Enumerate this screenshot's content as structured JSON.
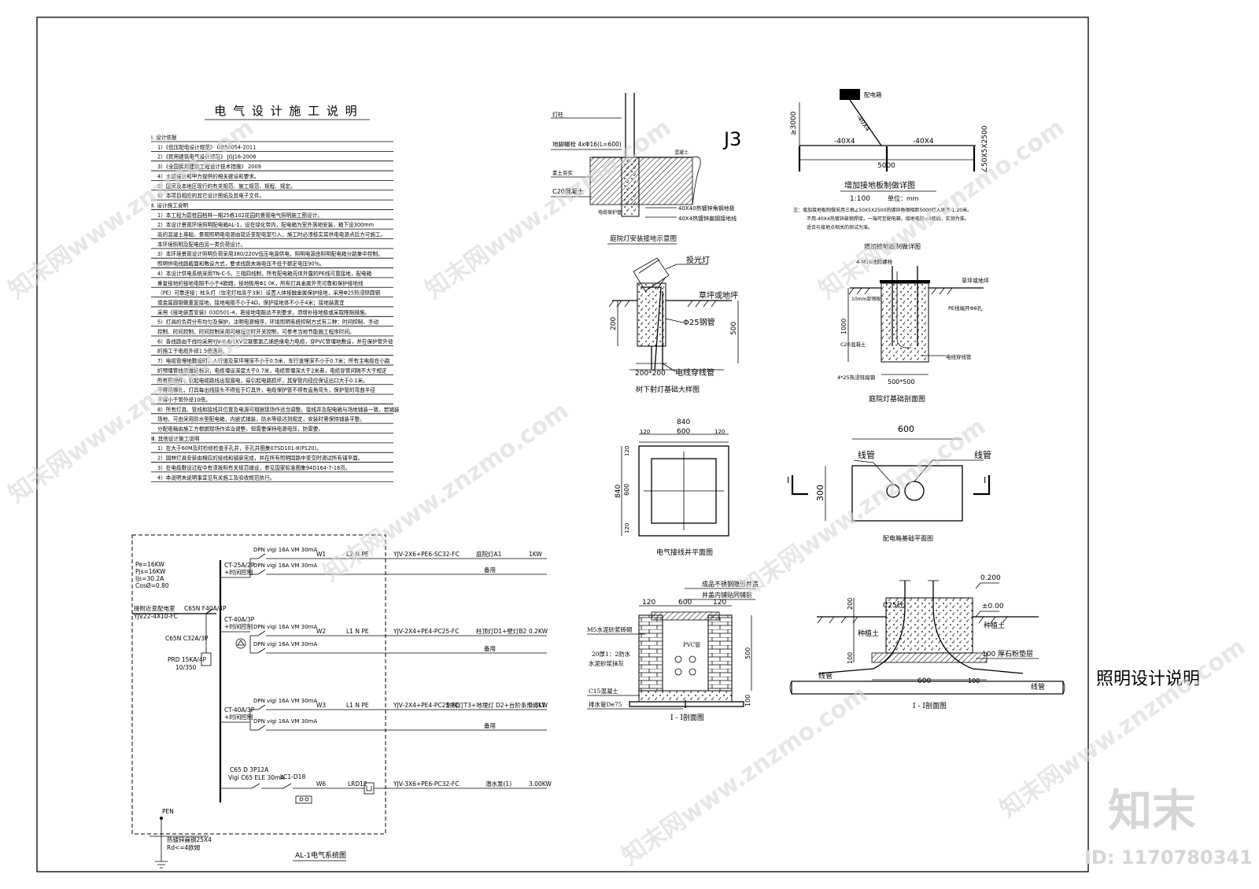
{
  "notes": {
    "title": "电 气 设 计 施 工 说 明",
    "lines": [
      "Ⅰ. 设计依据",
      "1）《低压配电设计规范》 GB50054-2011",
      "2）《民用建筑电气设计规范》 JGJ16-2008",
      "3）《全国民用建筑工程设计技术措施》 2009",
      "4）土建设计和甲方提供的相关建设和要求。",
      "5）国家及本地区现行的有关规范、施工规范、规程、规定。",
      "6）本项目相应的其它设计图纸及其电子文件。",
      "Ⅱ. 设计施工说明",
      "1）本工程为碧桂园柏林一期25栋102花园的景观电气照明施工图设计。",
      "2）本设计景观环境照明配电箱AL-1，设在绿化带内，配电箱为室外落地安装，箱下设300mm",
      "高的混凝土基础，景观照明电电源由就近变配电室引入，施工时必须核实其供电电源点后方可施工。",
      "本环境照明及配电由另一类负荷设计。",
      "3）本环境景观设计照明负荷采用380/220V低压电源供电，照明电源由照明配电箱分路集中控制。",
      "照明供电线路截面和敷设方式，要求线路末端电压不低于额定电压90%。",
      "4）本设计供电系统采用TN-C-S，三相四线制，所有配电箱壳体外露的PE线可靠接地，配电箱",
      "重复接地的接地电阻不小于4欧姆，接地极用Φ1.0K，所有灯具金属外壳可靠和保护接地线",
      "（PE）可靠连接；柱头灯（住宅灯柱高于3米）设置人体接触金属保护接地，采用Φ25热浸锌圆钢",
      "或金属圆钢做重复接地，接地电阻不小于4Ω，保护接地体不小于4米；接地装置宜",
      "采用《接地装置安装》03D501-4，若接地电阻达不到要求，须增补接地极或采取降阻措施。",
      "5）灯具的负荷分布均匀及保护，注明电源相序，环境照明系统控制方式有三种：时间控制、手动",
      "控制、时间控制，时间控制采用可编程定时开关控制，可参考当地节能施工程序时间。",
      "6）各线路由干线均采用YJV-0.6/1KV交联聚氯乙烯绝缘电力电缆，穿PVC管埋地敷设，并在保护管外径",
      "的施工于电缆外径1.5倍选用。",
      "7）电缆管埋地敷设时，人行道及草坪埋深不小于0.5米，车行道埋深不小于0.7米；所有主电缆在小路",
      "的预埋管线须做好标识，电缆埋设深度大于0.7米，电缆管埋深大于2米者，电缆穿管间隔不大于规定",
      "所有预埋件，引起电缆路线出现漏电，易引起电路损坏，其穿管内径应保证出口大于0.1米。",
      "不得用绑扎，灯具每出线接头不得低于灯具外，电缆保护管不得有直角弯头，保护管的弯曲半径",
      "不得小于管外径10倍。",
      "8）所有灯具、管线和接线井位置及电源可相据现场作适当调整。接线井及配电箱与场地铺装一致，若铺装",
      "场地，可由采用防水型配电箱，内嵌式铺装，防水等级达到规定，安装时需保持铺装平整。",
      "分配电箱由施工方根据现场作适当调整，但需要保持电源电压，防雷要。",
      "Ⅲ. 其他设计施工说明",
      "1）在大于60M及时检修检查手孔井，手孔井图集07SD101-8(P120)。",
      "2）园林灯具安装由相应的接线和铺装完成，并在所有照明回路中变交时调试所有铺平面。",
      "3）在电缆敷设过程中有须按照有关规范铺设，参见国家标准图集94D164-7-18页。",
      "4）本说明未说明事宜见有关施工及验收规范执行。"
    ]
  },
  "system": {
    "title": "AL-1电气系统图",
    "load_info": [
      "Pe=16KW",
      "Pjs=16KW",
      "Ijs=30.2A",
      "CosØ=0.80"
    ],
    "incoming": [
      "接附近变配电室",
      "YJV22-4X10-FC"
    ],
    "main_breaker": "C65N F40A/4P",
    "spd_breaker": "C65N C32A/3P",
    "spd": [
      "PRD 15KA/4P",
      "10/350"
    ],
    "pen": "PEN",
    "ground_note": [
      "热镀锌扁钢25X4",
      "Rd<=4欧姆"
    ],
    "contactor_group1": [
      "CT-25A/2P",
      "+时间控制"
    ],
    "contactor_group2": [
      "CT-40A/3P",
      "+时间控制"
    ],
    "contactor_group3": [
      "CT-40A/3P",
      "+时间控制"
    ],
    "vigi_label": "DPN vigi 16A VM 30mA",
    "circuits": [
      {
        "id": "W1",
        "phase": "L2 N PE",
        "cable": "YJV-2X6+PE6-SC32-FC",
        "desc": "庭院灯A1",
        "power": "1KW"
      },
      {
        "id": "",
        "phase": "",
        "cable": "",
        "desc": "备用",
        "power": ""
      },
      {
        "id": "W2",
        "phase": "L1 N PE",
        "cable": "YJV-2X4+PE4-PC25-FC",
        "desc": "柱顶灯D1+壁灯B2",
        "power": "0.2KW"
      },
      {
        "id": "",
        "phase": "",
        "cable": "",
        "desc": "备用",
        "power": ""
      },
      {
        "id": "W3",
        "phase": "L1 N PE",
        "cable": "YJV-2X4+PE4-PC25-FC",
        "desc": "射树灯T3+地埋灯 D2+台阶条形灯L1",
        "power": "0.8KW"
      },
      {
        "id": "",
        "phase": "",
        "cable": "",
        "desc": "备用",
        "power": ""
      }
    ],
    "pump": {
      "breaker": [
        "C65 D 3P12A",
        "Vigi C65 ELE 30mA"
      ],
      "contactor": "LC1-D18",
      "id": "W6",
      "relay": "LRD12",
      "cable": "YJV-3X6+PE6-PC32-FC",
      "desc": "潜水泵(1)",
      "power": "3.00KW"
    }
  },
  "garden_light": {
    "title": "庭院灯安装接地示意图",
    "labels": [
      "灯柱",
      "地脚螺栓 4xΦ16(L=600)",
      "素土夯实",
      "C20混凝土",
      "电缆保护管",
      "40X40热镀锌角钢地极",
      "40X4热镀锌扁钢接地线",
      "混凝土"
    ],
    "tag": "J3"
  },
  "ground_plate": {
    "title": "增加接地板制做详图",
    "scale": "1:100",
    "unit": "单位：mm",
    "labels": [
      "≥3000",
      "配电箱",
      "-40X4",
      "-40X4",
      "-40X4",
      "5000",
      "∠50X5X2500"
    ],
    "note1": "注：增加接地板制做采用三根∠50X5X2500热镀锌角钢相距5000打入地下-1.20米。",
    "note2": "不用-40X4热镀锌扁钢焊接，一端可至配电箱，接地电阻<4欧姆，实测为准。",
    "note3": "适合与接地点相关的测试为准。"
  },
  "tree_light": {
    "title": "树下射灯基础大样图",
    "labels": [
      "投光灯",
      "草坪或地坪",
      "Φ25钢管",
      "电线穿线管"
    ],
    "dims": [
      "200",
      "500",
      "200*200"
    ]
  },
  "courtyard_found": {
    "title": "庭院灯基础剖面图",
    "title2": "增加接地板制做详图",
    "labels": [
      "4-M16地脚螺栓",
      "草坪或地坪",
      "10mm厚钢板",
      "PE线端开Φ8孔",
      "C20混凝土",
      "电线穿线管",
      "4*25热浸锌扁钢"
    ],
    "dims": [
      "1000",
      "500*500"
    ]
  },
  "junction_plan": {
    "title": "电气接线井平面图",
    "dims": [
      "840",
      "120",
      "600",
      "120",
      "840",
      "120",
      "600",
      "120"
    ]
  },
  "box_plan": {
    "title": "配电箱基础平面图",
    "labels": [
      "线管",
      "线管",
      "Ⅰ",
      "Ⅰ"
    ],
    "dims": [
      "600",
      "300"
    ]
  },
  "junction_section": {
    "title": "Ⅰ - Ⅰ剖面图",
    "labels": [
      "成品不锈钢隐形井盖",
      "井盖内铺贴同铺装",
      "M5水泥砂浆砖砌",
      "20厚1：2防水",
      "水泥砂浆抹灰",
      "PVC管",
      "C15混凝土",
      "排水管De75"
    ],
    "dims": [
      "120",
      "600",
      "120",
      "500",
      "100"
    ]
  },
  "box_section": {
    "title": "Ⅰ - Ⅰ剖面图",
    "labels": [
      "0.200",
      "±0.00",
      "C25砼",
      "种植土",
      "种植土",
      "100 厚石粉垫层",
      "线管",
      "线管"
    ],
    "dims": [
      "200",
      "100",
      "600",
      "100"
    ]
  },
  "sheet_title": "照明设计说明",
  "watermark": {
    "text": "知末网www.znzmo.com",
    "brand": "知末",
    "id": "ID: 1170780341"
  }
}
